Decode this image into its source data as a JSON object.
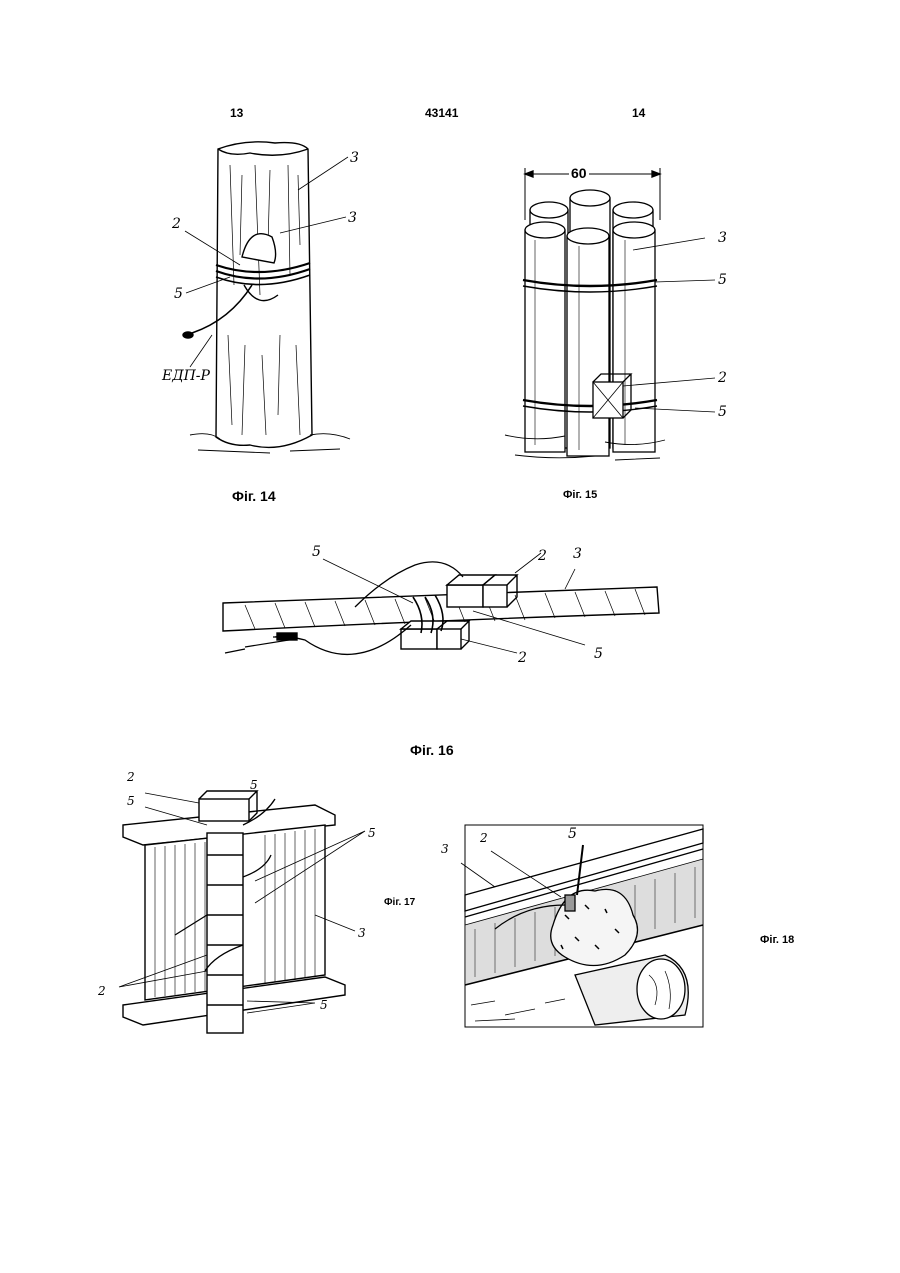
{
  "header": {
    "left_page": "13",
    "patent_number": "43141",
    "right_page": "14"
  },
  "figures": [
    {
      "caption": "Фіг. 14",
      "labels": [
        "3",
        "3",
        "2",
        "5",
        "ЕДП-Р"
      ]
    },
    {
      "caption": "Фіг. 15",
      "dimension": "60",
      "labels": [
        "3",
        "5",
        "2",
        "5"
      ]
    },
    {
      "caption": "Фіг. 16",
      "labels": [
        "5",
        "2",
        "3",
        "2",
        "5"
      ]
    },
    {
      "caption": "Фіг. 17",
      "labels": [
        "2",
        "5",
        "5",
        "5",
        "3",
        "2",
        "5"
      ]
    },
    {
      "caption": "Фіг. 18",
      "labels": [
        "3",
        "2",
        "5"
      ]
    }
  ]
}
